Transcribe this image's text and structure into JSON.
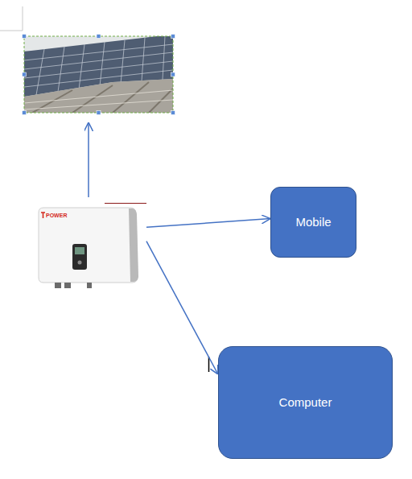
{
  "diagram": {
    "nodes": [
      {
        "text": [
          "POWER"
        ]
      },
      {
        "text": [
          "Mobile"
        ]
      },
      {
        "text": [
          "Computer"
        ]
      }
    ],
    "edges": [
      {
        "from": 0,
        "to": 1,
        "arrow": "to"
      },
      {
        "from": 0,
        "to": 2,
        "arrow": "to"
      }
    ]
  }
}
